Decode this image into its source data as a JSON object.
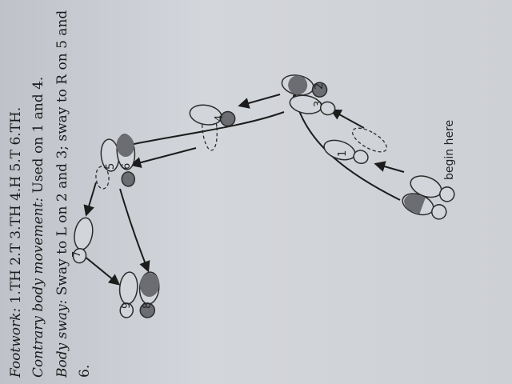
{
  "text": {
    "footwork_label": "Footwork:",
    "footwork_text": " 1.TH 2.T 3.TH 4.H 5.T 6.TH.",
    "contrary_label": "Contrary body movement:",
    "contrary_text": " Used on 1 and 4.",
    "sway_label": "Body sway:",
    "sway_text": " Sway to L on 2 and 3; sway to R on 5 and",
    "sway_continued": "6."
  },
  "diagram": {
    "start_label": "begin here",
    "step_numbers": [
      "1",
      "2",
      "3",
      "4",
      "5",
      "6",
      "7",
      "8",
      "9"
    ],
    "colors": {
      "shaded_sole": "#6b6d72",
      "outline": "#2c2c2c",
      "paper": "#d2d5da",
      "arrow": "#1c1c1c"
    }
  }
}
